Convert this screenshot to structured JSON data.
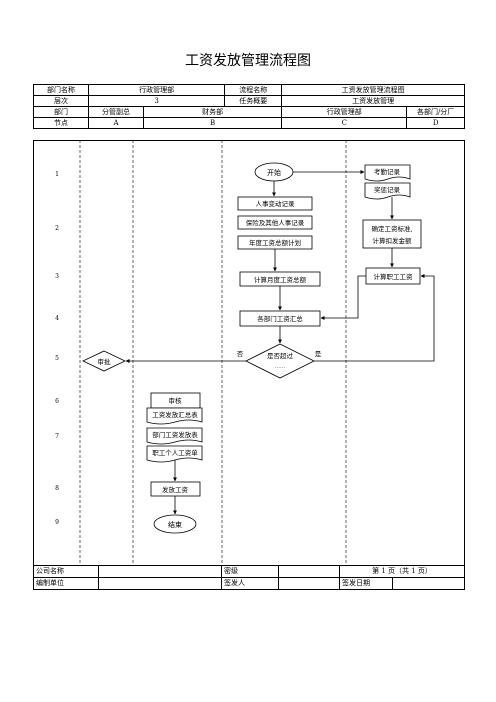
{
  "title": "工资发放管理流程图",
  "header": {
    "row1": [
      "部门名称",
      "行政管理部",
      "流程名称",
      "工资发放管理流程图"
    ],
    "row2": [
      "层次",
      "3",
      "任务概要",
      "工资发放管理"
    ],
    "row3": [
      "部门",
      "分管副总",
      "财务部",
      "行政管理部",
      "各部门/分厂"
    ],
    "row4": [
      "节点",
      "A",
      "B",
      "C",
      "D"
    ]
  },
  "row_numbers": [
    "1",
    "2",
    "3",
    "4",
    "5",
    "6",
    "7",
    "8",
    "9"
  ],
  "nodes": {
    "start": "开始",
    "hr_change": "人事变动记录",
    "insurance": "保险及其他人事记录",
    "annual_plan": "年度工资总额计划",
    "calc_monthly": "计算月度工资总额",
    "dept_summary": "各部门工资汇总",
    "decision": "是否超过",
    "decision_sub": "……",
    "no_label": "否",
    "yes_label": "是",
    "attendance": "考勤记录",
    "reward": "奖惩记录",
    "standard_line1": "确定工资标准,",
    "standard_line2": "计算扣发金额",
    "calc_staff": "计算职工工资",
    "approve_a": "审批",
    "review": "审核",
    "payroll_summary": "工资发放汇总表",
    "dept_payroll": "部门工资发放表",
    "slip": "职工个人工资单",
    "pay": "发放工资",
    "end": "结束"
  },
  "footer": {
    "row1": [
      "公司名称",
      "",
      "密级",
      "",
      "第 1 页（共 1 页）"
    ],
    "row2": [
      "编制单位",
      "",
      "签发人",
      "",
      "签发日期",
      ""
    ]
  }
}
